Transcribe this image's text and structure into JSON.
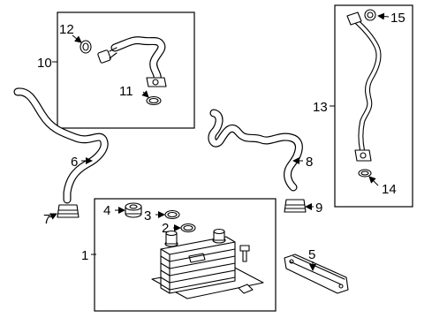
{
  "callouts": {
    "c1": "1",
    "c2": "2",
    "c3": "3",
    "c4": "4",
    "c5": "5",
    "c6": "6",
    "c7": "7",
    "c8": "8",
    "c9": "9",
    "c10": "10",
    "c11": "11",
    "c12": "12",
    "c13": "13",
    "c14": "14",
    "c15": "15"
  },
  "colors": {
    "line": "#000000",
    "background": "#ffffff"
  }
}
